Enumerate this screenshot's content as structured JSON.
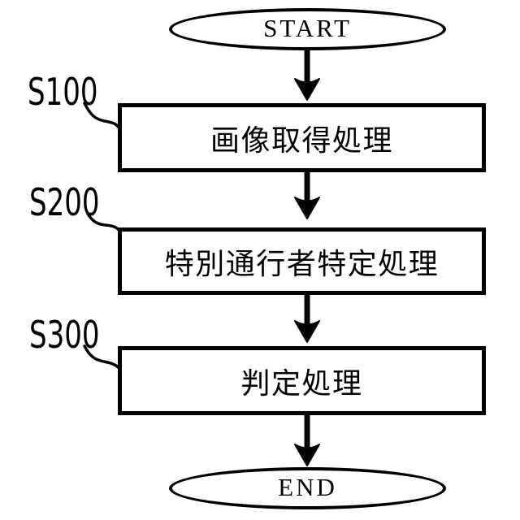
{
  "figure": {
    "type": "flowchart",
    "background_color": "#ffffff",
    "line_color": "#000000",
    "terminators": {
      "start": "START",
      "end": "END"
    },
    "steps": [
      {
        "id": "S100",
        "label": "画像取得処理"
      },
      {
        "id": "S200",
        "label": "特別通行者特定処理"
      },
      {
        "id": "S300",
        "label": "判定処理"
      }
    ],
    "connections": [
      "START -> S100",
      "S100 -> S200",
      "S200 -> S300",
      "S300 -> END"
    ]
  }
}
